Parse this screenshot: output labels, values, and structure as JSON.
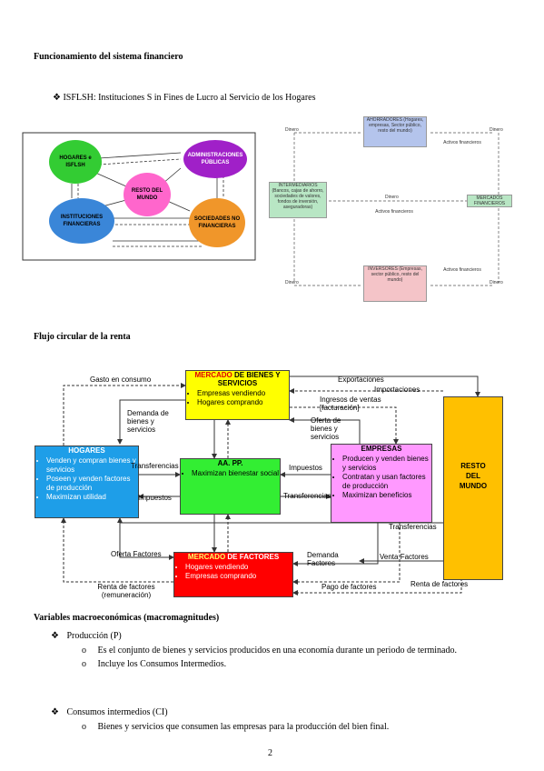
{
  "section1": {
    "title": "Funcionamiento del sistema financiero",
    "bullet": "ISFLSH: Instituciones S in Fines de Lucro al Servicio de los Hogares"
  },
  "diagram1": {
    "hogares": "HOGARES e ISFLSH",
    "administraciones": "ADMINISTRACIONES PÚBLICAS",
    "resto": "RESTO DEL MUNDO",
    "instituciones": "INSTITUCIONES FINANCIERAS",
    "sociedades": "SOCIEDADES NO FINANCIERAS"
  },
  "diagram2": {
    "top_box": "AHORRADORES (Hogares, empresas, Sector público, resto del mundo)",
    "left_box": "INTERMEDIARIOS (Bancos, cajas de ahorro, sociedades de valores, fondos de inversión, aseguradoras)",
    "right_box": "MERCADOS FINANCIEROS",
    "bottom_box": "INVERSORES (Empresas, sector público, resto del mundo)",
    "label_dinero": "Dinero",
    "label_activos": "Activos financieros"
  },
  "section2": {
    "title": "Flujo circular de la renta"
  },
  "flow": {
    "mercado_bs_title_red": "MERCADO",
    "mercado_bs_title_rest": "DE BIENES Y SERVICIOS",
    "mercado_bs_items": [
      "Empresas vendiendo",
      "Hogares comprando"
    ],
    "hogares_title": "HOGARES",
    "hogares_items": [
      "Venden y compran bienes y servicios",
      "Poseen y venden factores de producción",
      "Maximizan utilidad"
    ],
    "aapp_title": "AA. PP.",
    "aapp_items": [
      "Maximizan bienestar social"
    ],
    "empresas_title": "EMPRESAS",
    "empresas_items": [
      "Producen y venden bienes y servicios",
      "Contratan y usan factores de producción",
      "Maximizan beneficios"
    ],
    "resto_title": "RESTO DEL MUNDO",
    "mercado_f_title_red": "MERCADO",
    "mercado_f_title_rest": "DE FACTORES",
    "mercado_f_items": [
      "Hogares vendiendo",
      "Empresas comprando"
    ],
    "labels": {
      "gasto": "Gasto en consumo",
      "exportaciones": "Exportaciones",
      "importaciones": "Importaciones",
      "ingresos": "Ingresos de ventas [facturación]",
      "demanda_bs": "Demanda de bienes y servicios",
      "oferta_bs": "Oferta de bienes y servicios",
      "transf1": "Transferencias",
      "impuestos1": "Impuestos",
      "impuestos2": "Impuestos",
      "transf2": "Transferencias",
      "transf3": "Transferencias",
      "oferta_f": "Oferta Factores",
      "demanda_f": "Demanda Factores",
      "venta_f": "Venta Factores",
      "renta_rem": "Renta de factores (remuneración)",
      "pago_f": "Pago de factores",
      "renta_f": "Renta de factores"
    }
  },
  "section3": {
    "title": "Variables macroeconómicas (macromagnitudes)",
    "items": [
      {
        "label": "Producción (P)",
        "subs": [
          "Es el conjunto de bienes y servicios producidos en una economía durante un periodo de terminado.",
          "Incluye los Consumos Intermedios."
        ]
      },
      {
        "label": "Consumos intermedios (CI)",
        "subs": [
          "Bienes y servicios que consumen las empresas para la producción del bien final."
        ]
      }
    ]
  },
  "page_number": "2"
}
